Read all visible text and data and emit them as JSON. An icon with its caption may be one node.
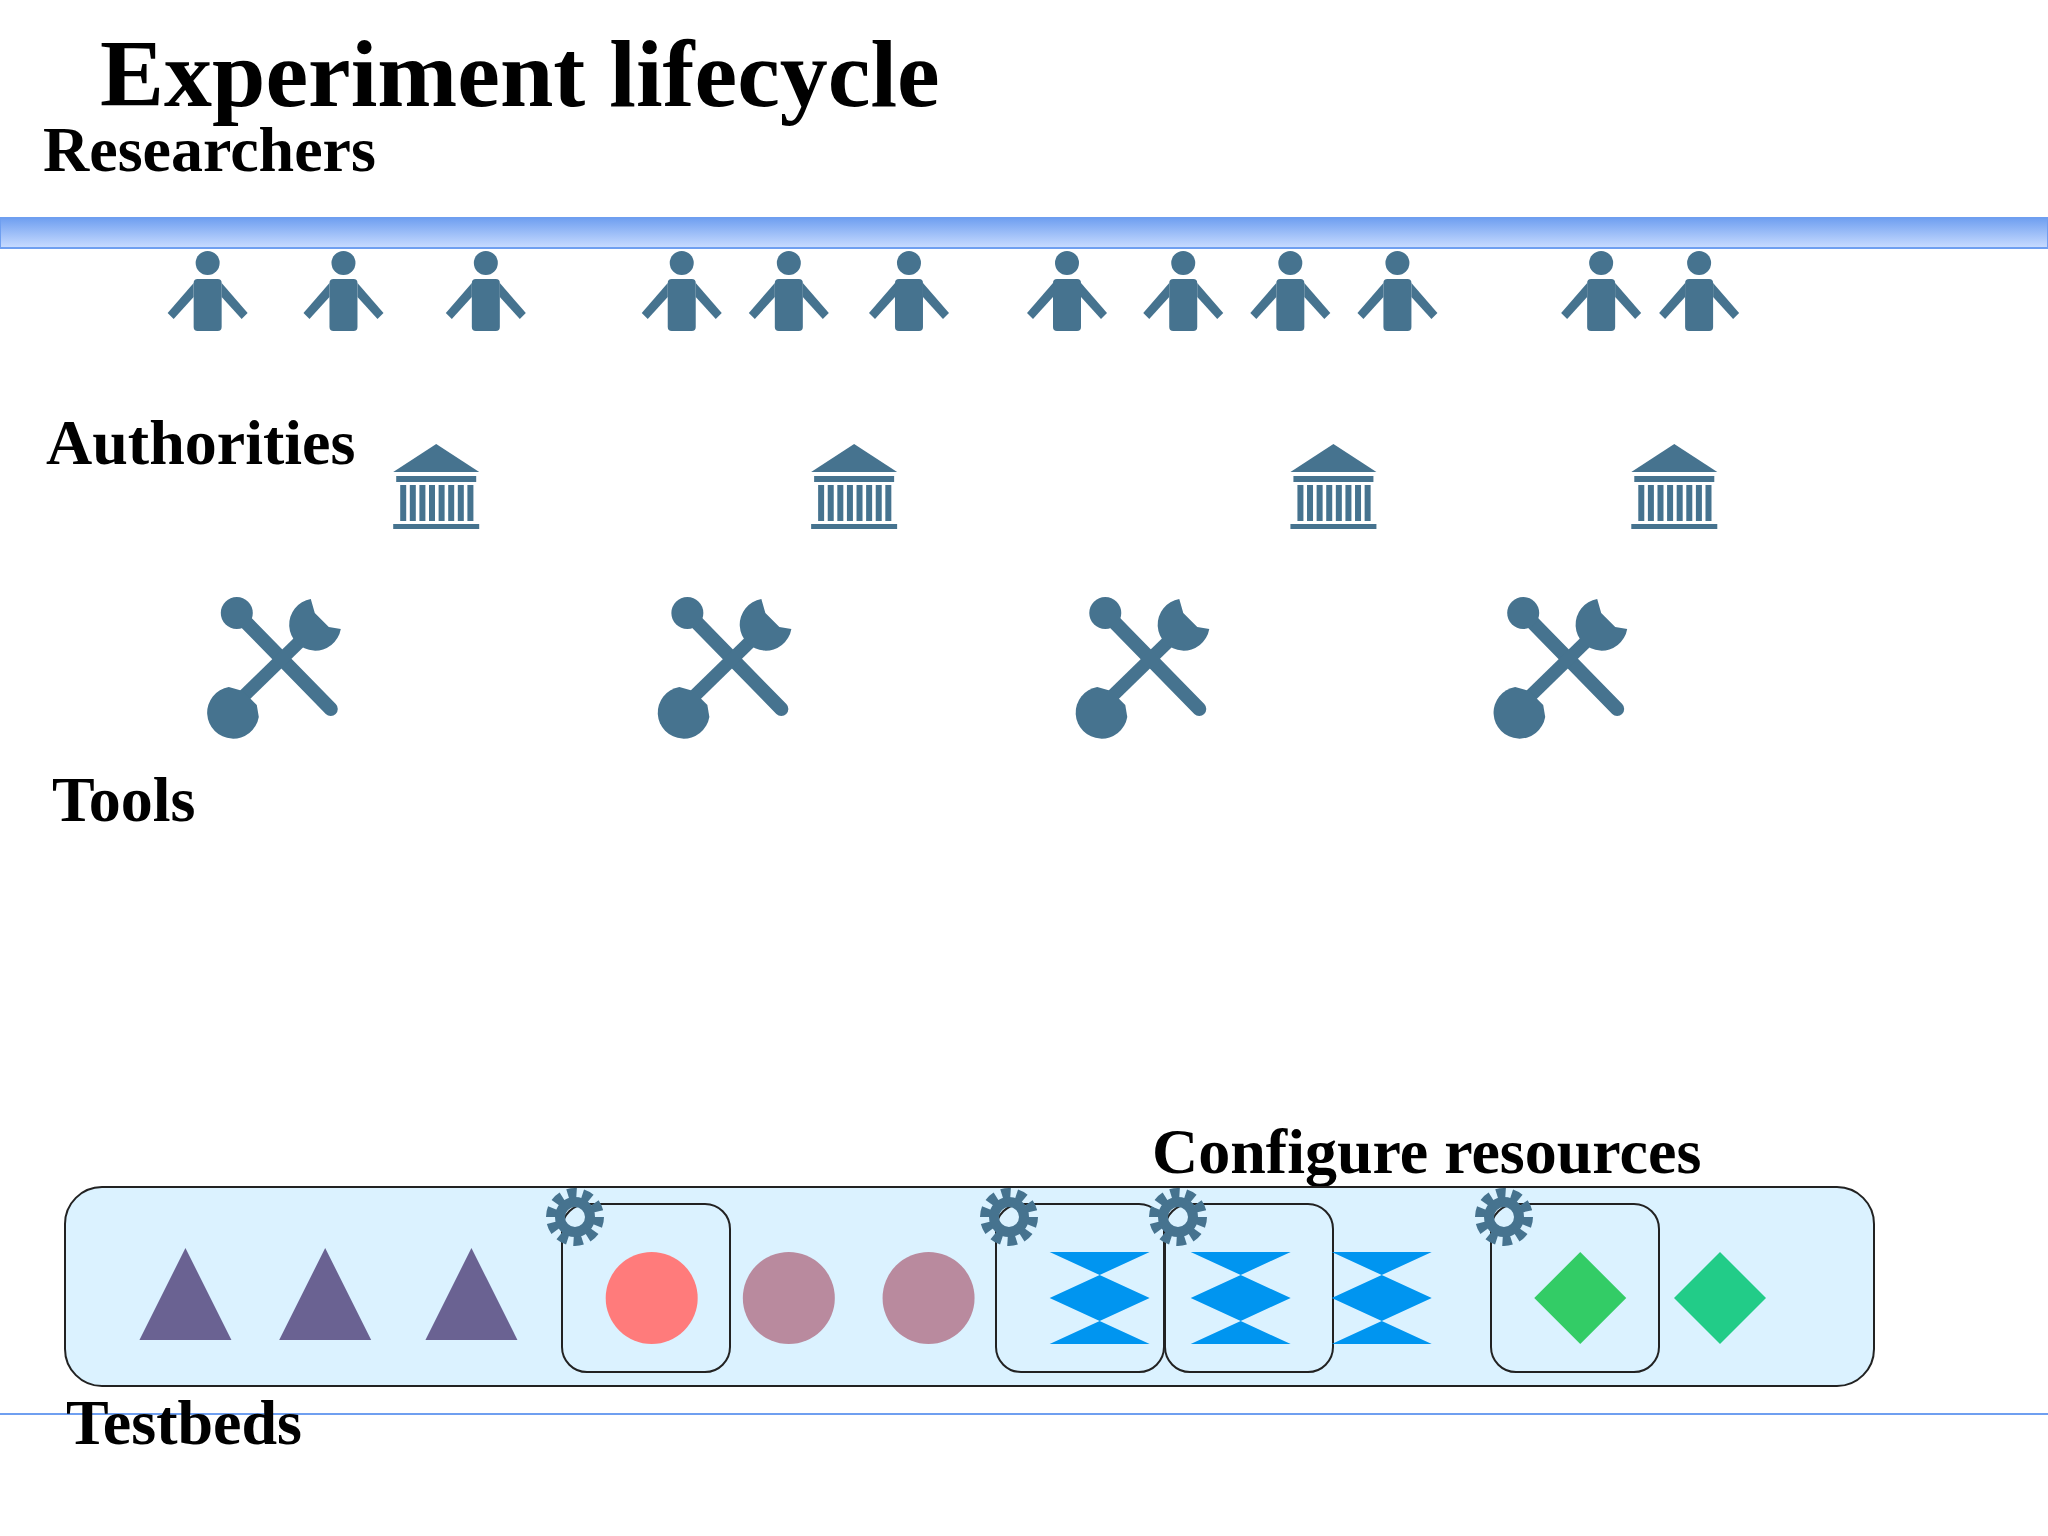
{
  "diagram": {
    "title": "Experiment lifecycle",
    "nodes": [
      {
        "text": [
          "Testbeds"
        ]
      },
      {
        "text": [],
        "shape": "box",
        "in": 0
      },
      {
        "text": [],
        "shape": "box",
        "in": 0
      },
      {
        "text": [],
        "shape": "box",
        "in": 0
      },
      {
        "text": [],
        "shape": "box",
        "in": 0
      }
    ],
    "edges": [],
    "labels": [
      "Researchers",
      "Authorities",
      "Tools",
      "Configure resources"
    ]
  }
}
